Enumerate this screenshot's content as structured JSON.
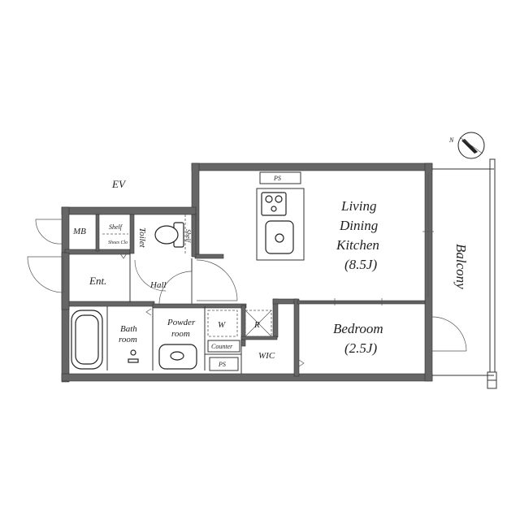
{
  "floorplan": {
    "labels": {
      "ev": "EV",
      "mb": "MB",
      "shelf_shoes": "Shelf",
      "shoes_clo": "Shoes Clo",
      "toilet": "Toilet",
      "shelf_toilet": "Shelf",
      "entrance": "Ent.",
      "hall": "Hall",
      "bath_line1": "Bath",
      "bath_line2": "room",
      "powder_line1": "Powder",
      "powder_line2": "room",
      "washer": "W",
      "fridge": "R",
      "counter": "Counter",
      "ps_top": "PS",
      "ps_bottom": "PS",
      "wic": "WIC",
      "ldk_line1": "Living",
      "ldk_line2": "Dining",
      "ldk_line3": "Kitchen",
      "ldk_size": "(8.5J)",
      "bedroom": "Bedroom",
      "bedroom_size": "(2.5J)",
      "balcony": "Balcony",
      "north": "N"
    },
    "colors": {
      "wall": "#666666",
      "line": "#333333"
    },
    "icons": [
      "compass-icon",
      "bathtub-icon",
      "toilet-icon",
      "sink-icon",
      "stove-icon",
      "door-swing-icon"
    ]
  }
}
